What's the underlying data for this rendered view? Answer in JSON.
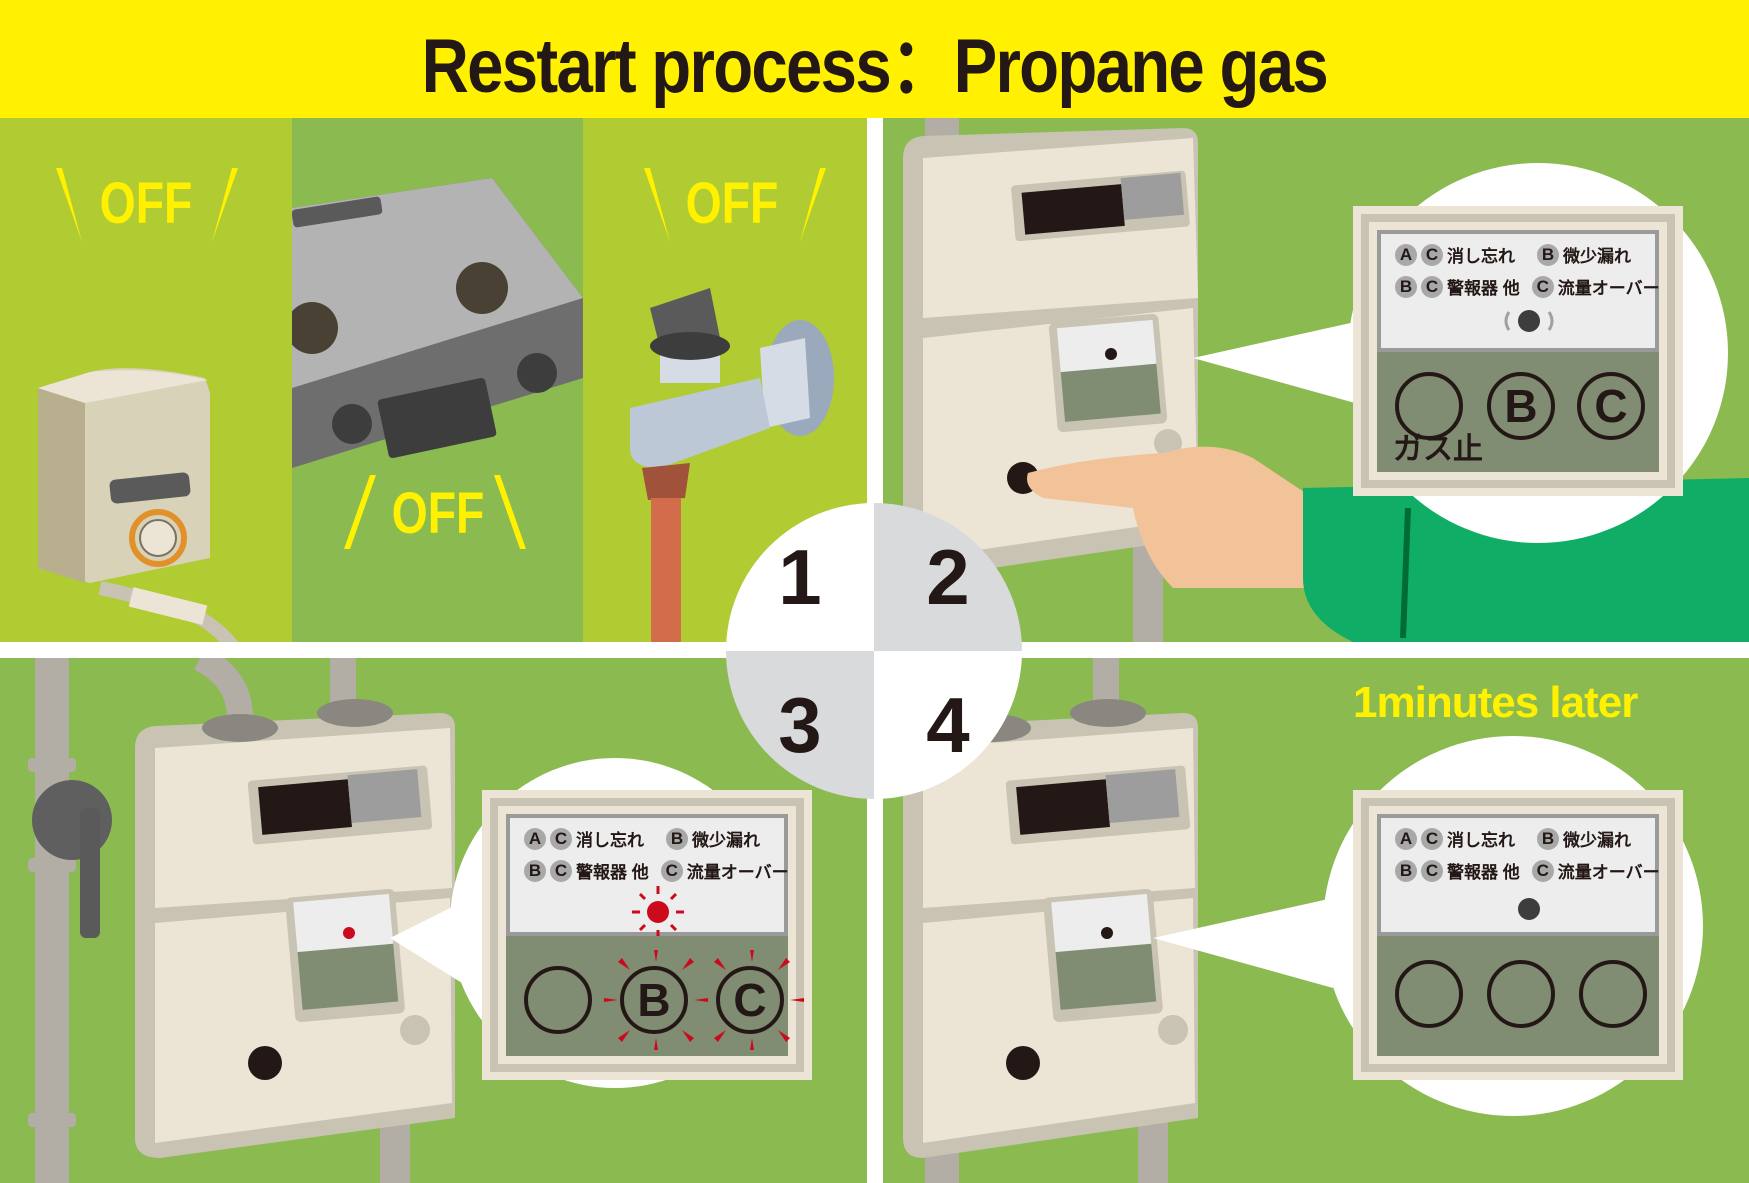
{
  "title": "Restart process：Propane gas",
  "colors": {
    "banner": "#fff100",
    "title_text": "#231815",
    "panel_green": "#8aba50",
    "panel_lime": "#b1cb33",
    "off_text": "#fff100",
    "alarm_red": "#cc0a1e",
    "display_green": "#818d73"
  },
  "steps": [
    {
      "number": "1",
      "off_labels": [
        "OFF",
        "OFF",
        "OFF"
      ],
      "devices": [
        "water-heater",
        "gas-stove",
        "gas-cock-valve"
      ]
    },
    {
      "number": "2",
      "action": "press-restore-button",
      "meter_panel": {
        "legend": [
          {
            "badges": [
              "A",
              "C"
            ],
            "text": "消し忘れ"
          },
          {
            "badges": [
              "B"
            ],
            "text": "微少漏れ"
          },
          {
            "badges": [
              "B",
              "C"
            ],
            "text": "警報器 他"
          },
          {
            "badges": [
              "C"
            ],
            "text": "流量オーバー"
          }
        ],
        "indicator": "blinking-dark",
        "lamps": [
          "",
          "B",
          "C"
        ],
        "status_text": "ガス止"
      }
    },
    {
      "number": "3",
      "meter_panel": {
        "legend": [
          {
            "badges": [
              "A",
              "C"
            ],
            "text": "消し忘れ"
          },
          {
            "badges": [
              "B"
            ],
            "text": "微少漏れ"
          },
          {
            "badges": [
              "B",
              "C"
            ],
            "text": "警報器 他"
          },
          {
            "badges": [
              "C"
            ],
            "text": "流量オーバー"
          }
        ],
        "indicator": "flashing-red",
        "lamps": [
          "",
          "B",
          "C"
        ],
        "flashing_lamps": [
          "B",
          "C"
        ]
      }
    },
    {
      "number": "4",
      "caption": "1minutes later",
      "meter_panel": {
        "legend": [
          {
            "badges": [
              "A",
              "C"
            ],
            "text": "消し忘れ"
          },
          {
            "badges": [
              "B"
            ],
            "text": "微少漏れ"
          },
          {
            "badges": [
              "B",
              "C"
            ],
            "text": "警報器 他"
          },
          {
            "badges": [
              "C"
            ],
            "text": "流量オーバー"
          }
        ],
        "indicator": "steady-dark",
        "lamps": [
          "",
          "",
          ""
        ]
      }
    }
  ]
}
